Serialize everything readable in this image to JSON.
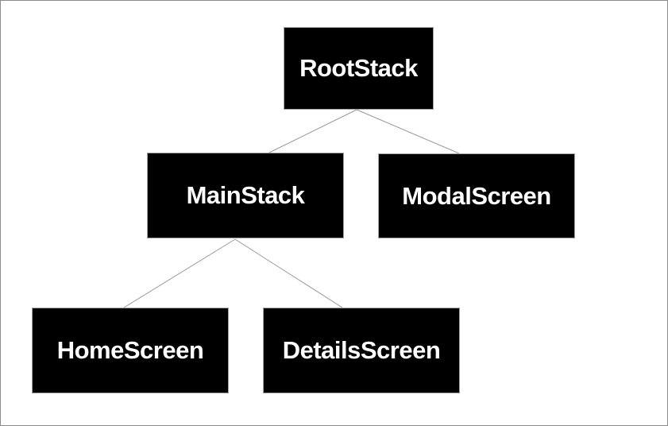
{
  "diagram": {
    "type": "tree",
    "nodes": [
      {
        "id": "RootStack",
        "label": "RootStack"
      },
      {
        "id": "MainStack",
        "label": "MainStack"
      },
      {
        "id": "ModalScreen",
        "label": "ModalScreen"
      },
      {
        "id": "HomeScreen",
        "label": "HomeScreen"
      },
      {
        "id": "DetailsScreen",
        "label": "DetailsScreen"
      }
    ],
    "edges": [
      {
        "from": "RootStack",
        "to": "MainStack"
      },
      {
        "from": "RootStack",
        "to": "ModalScreen"
      },
      {
        "from": "MainStack",
        "to": "HomeScreen"
      },
      {
        "from": "MainStack",
        "to": "DetailsScreen"
      }
    ],
    "colors": {
      "node_fill": "#000000",
      "node_text": "#ffffff",
      "node_border": "#a3a3a3",
      "edge": "#999999",
      "background": "#ffffff",
      "frame_border": "#8c8c8c"
    }
  }
}
